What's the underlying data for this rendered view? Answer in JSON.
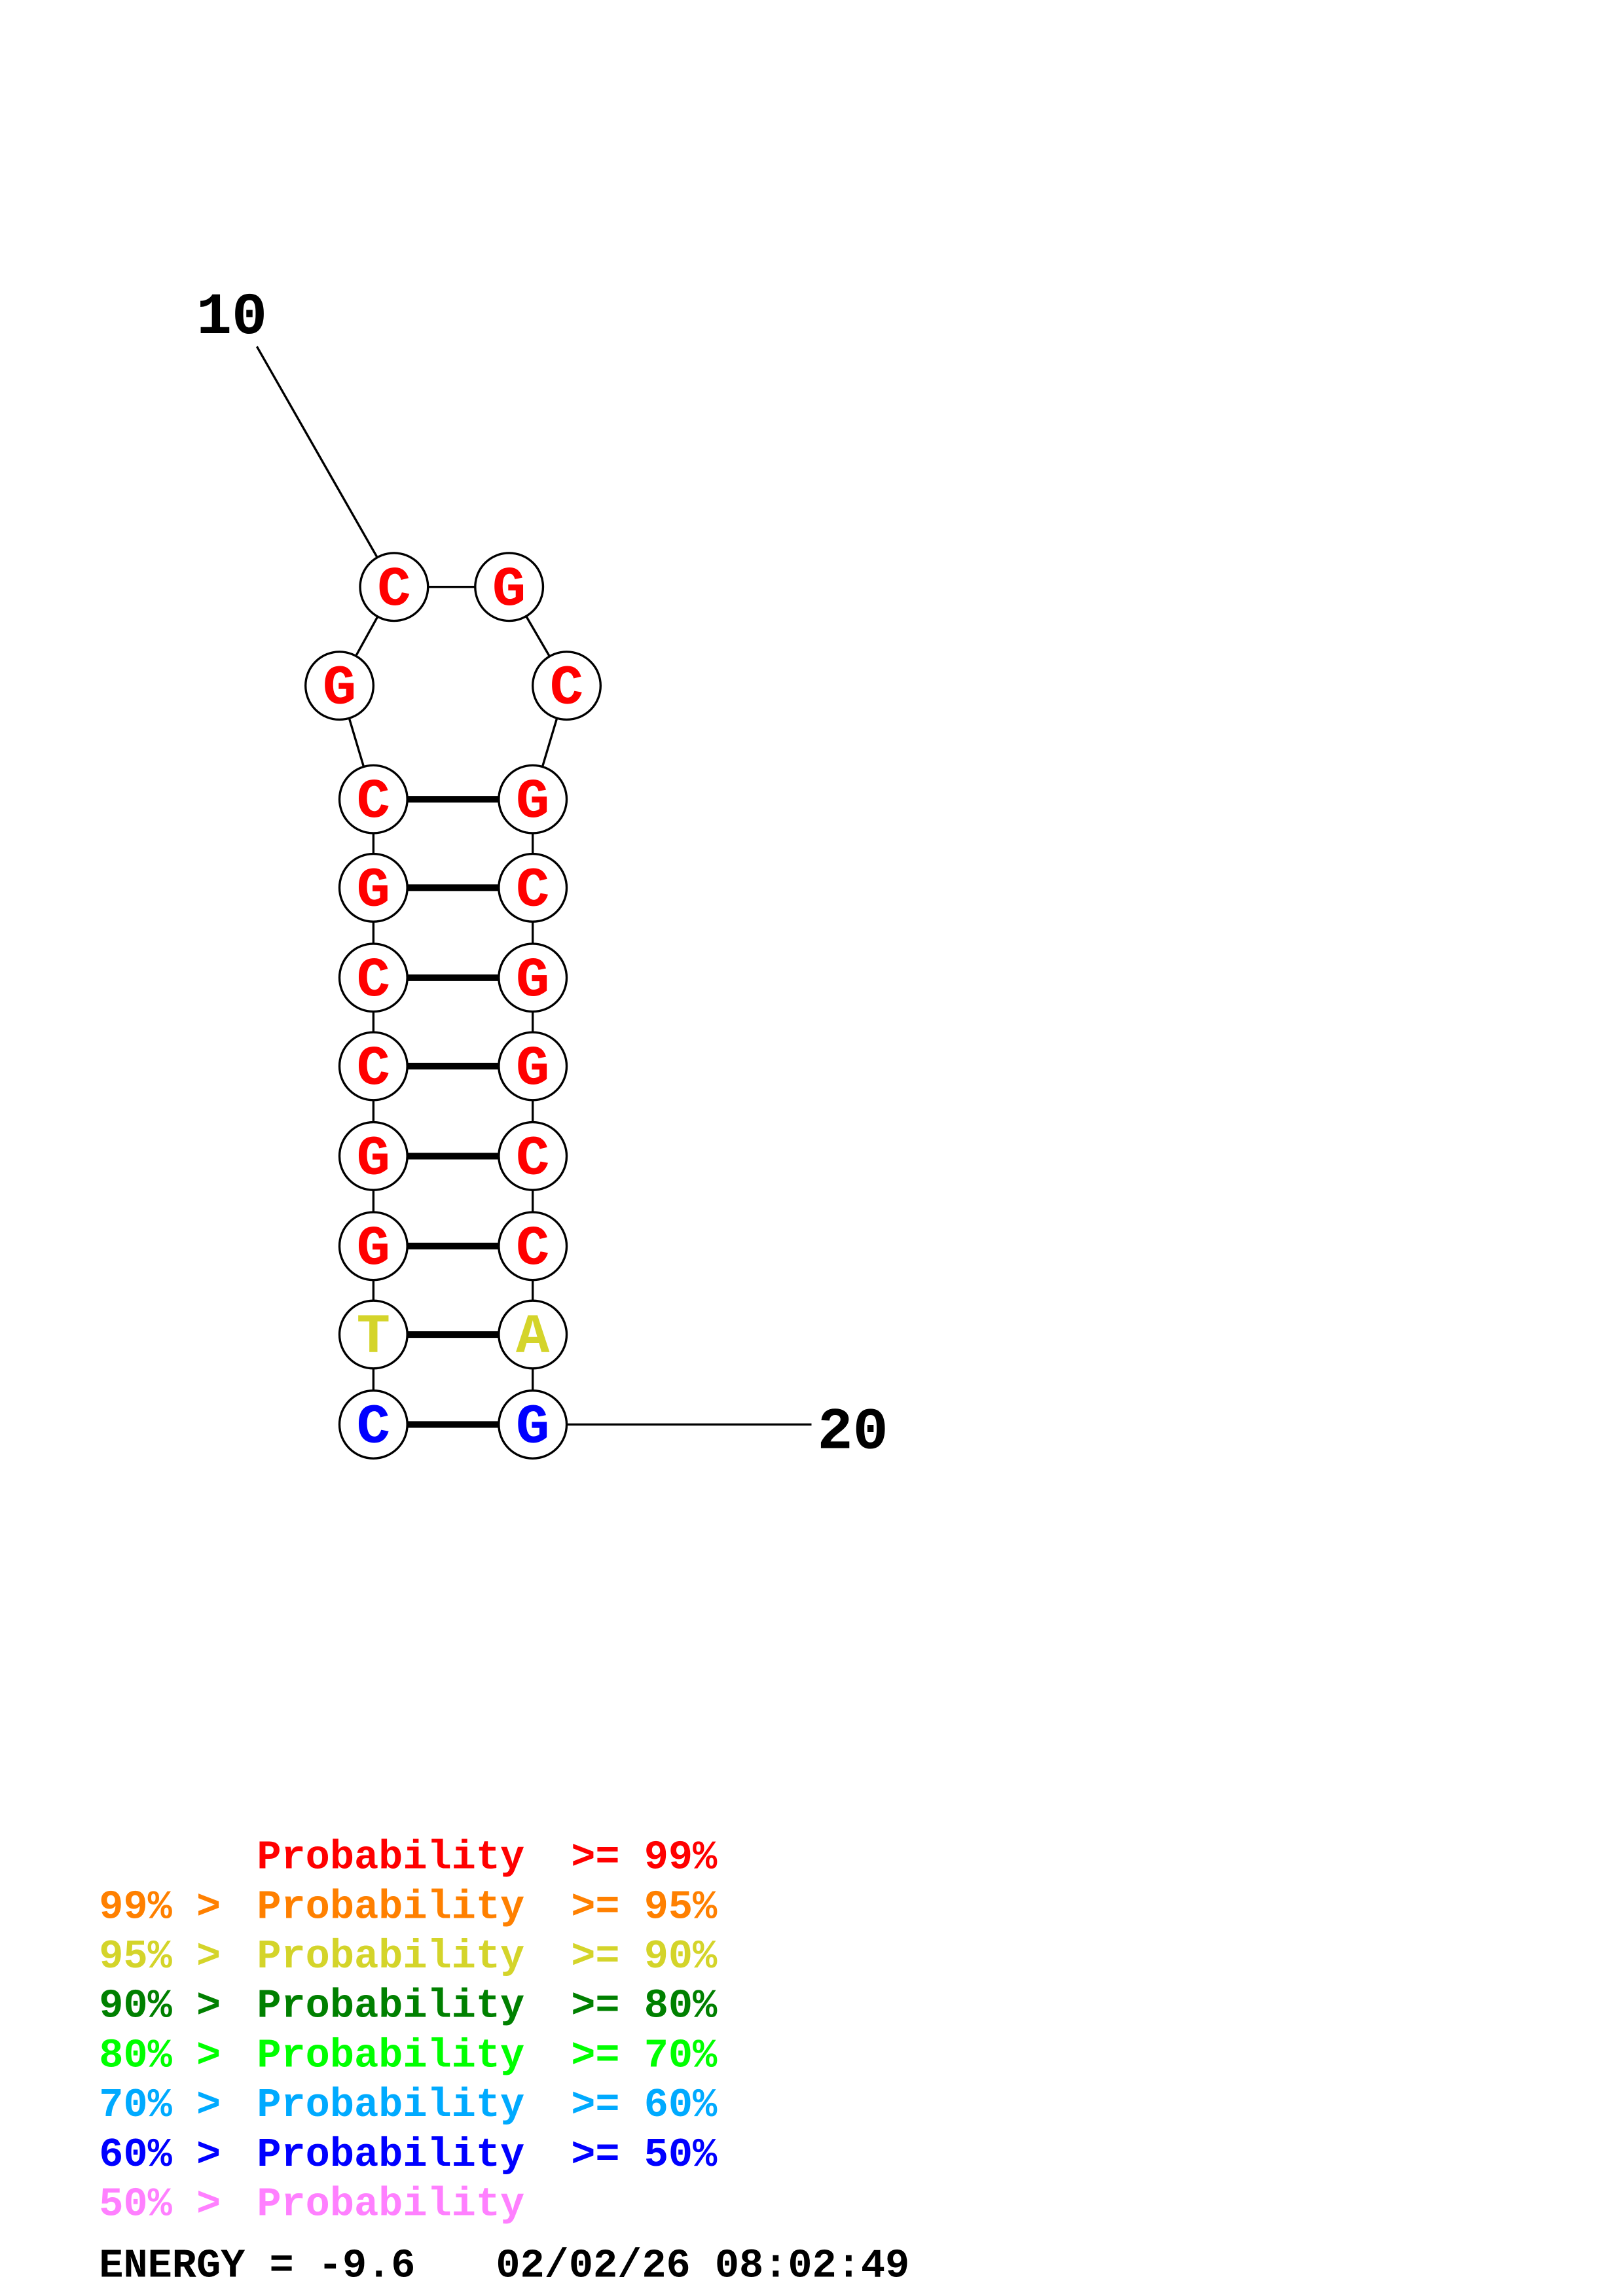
{
  "structure": {
    "sequence": [
      "C",
      "T",
      "G",
      "G",
      "C",
      "C",
      "G",
      "C",
      "G",
      "C",
      "G",
      "C",
      "G",
      "C",
      "G",
      "G",
      "C",
      "C",
      "A",
      "G"
    ],
    "pairs": [
      [
        1,
        20
      ],
      [
        2,
        19
      ],
      [
        3,
        18
      ],
      [
        4,
        17
      ],
      [
        5,
        16
      ],
      [
        6,
        15
      ],
      [
        7,
        14
      ],
      [
        8,
        13
      ]
    ],
    "nucleotide_probability_class": [
      6,
      2,
      0,
      0,
      0,
      0,
      0,
      0,
      0,
      0,
      0,
      0,
      0,
      0,
      0,
      0,
      0,
      0,
      2,
      6
    ],
    "position_labels": [
      {
        "index": 10,
        "text": "10"
      },
      {
        "index": 20,
        "text": "20"
      }
    ]
  },
  "legend": {
    "rows": [
      {
        "prefix": "",
        "middle": "Probability",
        "suffix": ">= 99%",
        "color": "#ff0000"
      },
      {
        "prefix": "99% >",
        "middle": "Probability",
        "suffix": ">= 95%",
        "color": "#ff8000"
      },
      {
        "prefix": "95% >",
        "middle": "Probability",
        "suffix": ">= 90%",
        "color": "#d4d42a"
      },
      {
        "prefix": "90% >",
        "middle": "Probability",
        "suffix": ">= 80%",
        "color": "#008000"
      },
      {
        "prefix": "80% >",
        "middle": "Probability",
        "suffix": ">= 70%",
        "color": "#00ff00"
      },
      {
        "prefix": "70% >",
        "middle": "Probability",
        "suffix": ">= 60%",
        "color": "#00aaff"
      },
      {
        "prefix": "60% >",
        "middle": "Probability",
        "suffix": ">= 50%",
        "color": "#0000ff"
      },
      {
        "prefix": "50% >",
        "middle": "Probability",
        "suffix": "",
        "color": "#ff80ff"
      }
    ]
  },
  "footer": {
    "energy": "ENERGY = -9.6",
    "timestamp": "02/02/26 08:02:49"
  }
}
